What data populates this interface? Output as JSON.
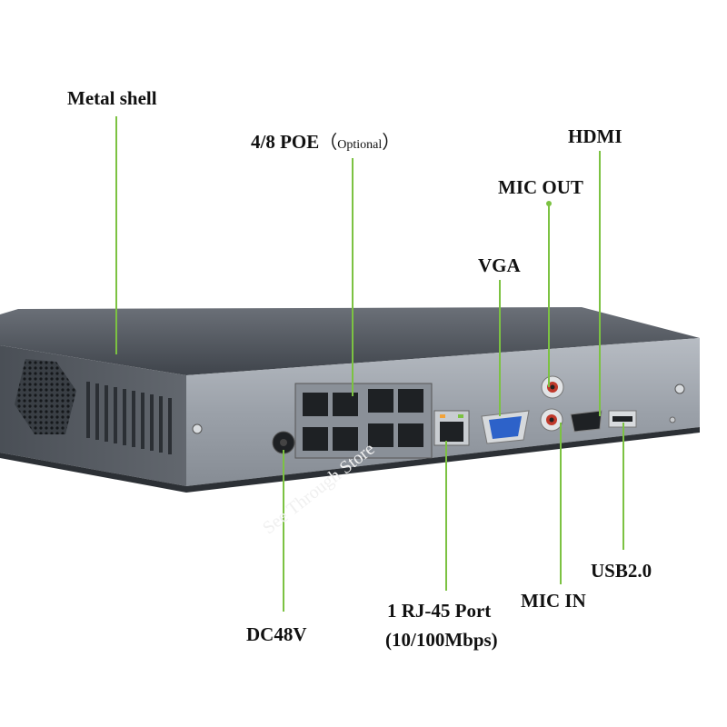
{
  "labels": {
    "metal_shell": "Metal shell",
    "poe": "4/8 POE",
    "poe_open": "（",
    "poe_optional": "Optional",
    "poe_close": "）",
    "hdmi": "HDMI",
    "mic_out": "MIC OUT",
    "vga": "VGA",
    "usb": "USB2.0",
    "mic_in": "MIC IN",
    "rj45_line1": "1 RJ-45 Port",
    "rj45_line2": "(10/100Mbps)",
    "dc": "DC48V"
  },
  "watermark": "See Through Store",
  "colors": {
    "callout": "#7cc242",
    "chassis_top": "#555a61",
    "chassis_front": "#9aa0a8",
    "text": "#111111"
  }
}
